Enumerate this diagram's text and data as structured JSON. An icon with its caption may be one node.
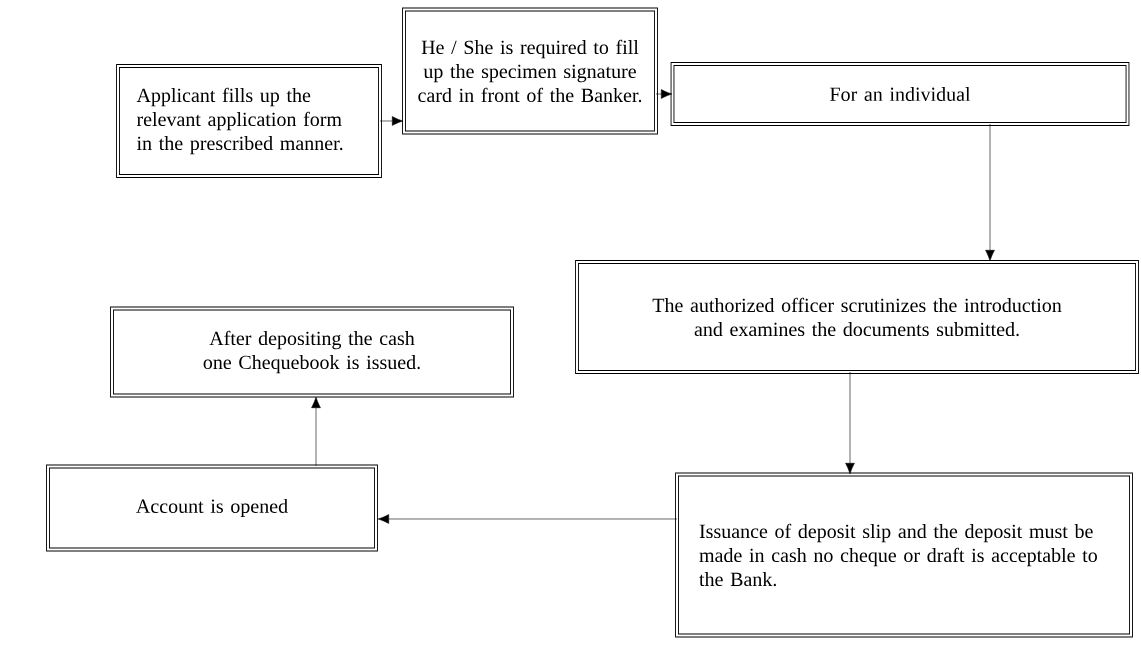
{
  "diagram": {
    "nodes": [
      {
        "text": [
          "Applicant fills up the relevant application form in the prescribed manner."
        ]
      },
      {
        "text": [
          "He / She is required to fill up the specimen signature card in front of the Banker."
        ]
      },
      {
        "text": [
          "For an individual"
        ]
      },
      {
        "text": [
          "The authorized officer scrutinizes the introduction and examines the documents submitted."
        ]
      },
      {
        "text": [
          "Issuance of deposit slip and the deposit must be made in cash no cheque or draft is acceptable to the Bank."
        ]
      },
      {
        "text": [
          "Account is opened"
        ]
      },
      {
        "text": [
          "After depositing the cash one Chequebook is issued."
        ]
      }
    ],
    "edges": [
      {
        "from": 0,
        "to": 1,
        "arrow": "to"
      },
      {
        "from": 1,
        "to": 2,
        "arrow": "to"
      },
      {
        "from": 2,
        "to": 3,
        "arrow": "to"
      },
      {
        "from": 3,
        "to": 4,
        "arrow": "to"
      },
      {
        "from": 4,
        "to": 5,
        "arrow": "to"
      },
      {
        "from": 5,
        "to": 6,
        "arrow": "to"
      }
    ]
  }
}
